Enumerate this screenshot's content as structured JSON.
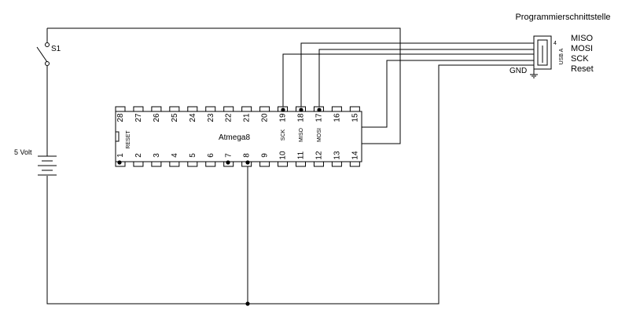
{
  "interface": {
    "title": "Programmierschnittstelle",
    "connector_label": "USB A",
    "pin_number_label": "4",
    "signals": [
      "MISO",
      "MOSI",
      "SCK",
      "Reset"
    ],
    "ground_label": "GND"
  },
  "switch": {
    "label": "S1"
  },
  "battery": {
    "label": "5 Volt"
  },
  "chip": {
    "name": "Atmega8",
    "top_pins": [
      "28",
      "27",
      "26",
      "25",
      "24",
      "23",
      "22",
      "21",
      "20",
      "19",
      "18",
      "17",
      "16",
      "15"
    ],
    "bottom_pins": [
      "1",
      "2",
      "3",
      "4",
      "5",
      "6",
      "7",
      "8",
      "9",
      "10",
      "11",
      "12",
      "13",
      "14"
    ],
    "pin_function_labels": [
      "RESET",
      "SCK",
      "MISO",
      "MOSI"
    ]
  }
}
